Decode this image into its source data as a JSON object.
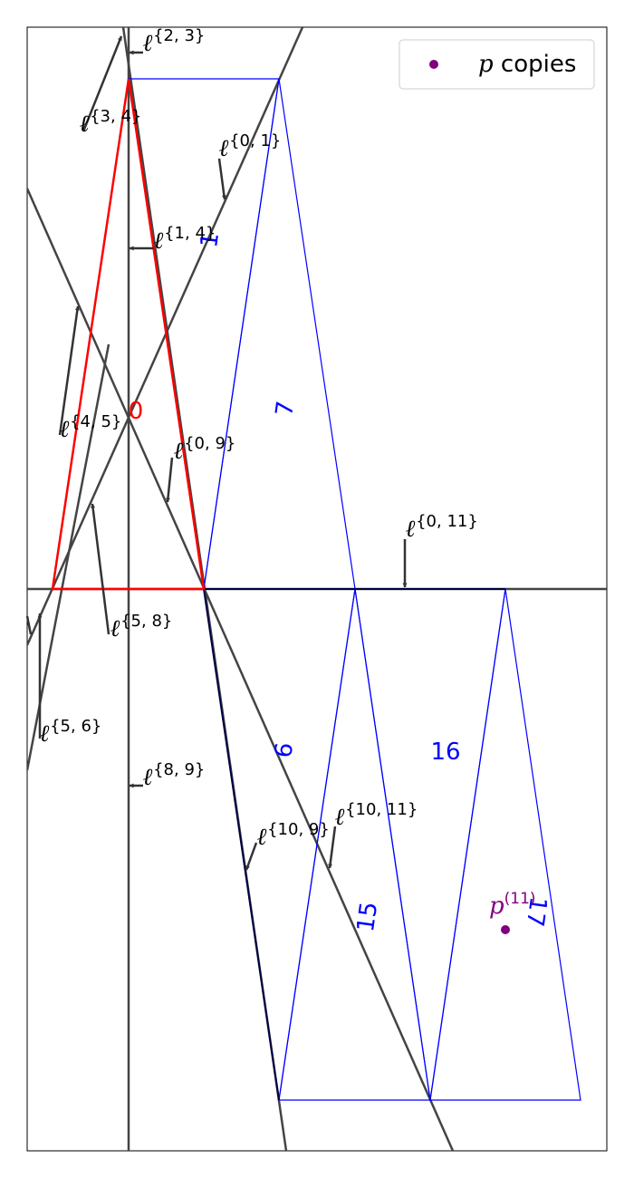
{
  "legend": {
    "marker_color": "#800080",
    "label_var": "p",
    "label_text": " copies"
  },
  "point_label": {
    "var": "p",
    "sup": "(11)"
  },
  "triangle_labels": [
    {
      "text": "0",
      "color": "#ff0000"
    },
    {
      "text": "1",
      "color": "#0000ff"
    },
    {
      "text": "7",
      "color": "#0000ff"
    },
    {
      "text": "6",
      "color": "#0000ff"
    },
    {
      "text": "16",
      "color": "#0000ff"
    },
    {
      "text": "15",
      "color": "#0000ff"
    },
    {
      "text": "17",
      "color": "#0000ff"
    }
  ],
  "line_labels": [
    {
      "main": "ℓ",
      "sup": "{2, 3}"
    },
    {
      "main": "ℓ",
      "sup": "{3, 4}"
    },
    {
      "main": "ℓ",
      "sup": "{0, 1}"
    },
    {
      "main": "ℓ",
      "sup": "{1, 4}"
    },
    {
      "main": "ℓ",
      "sup": "{4, 5}"
    },
    {
      "main": "ℓ",
      "sup": "{0, 9}"
    },
    {
      "main": "ℓ",
      "sup": "{0, 11}"
    },
    {
      "main": "ℓ",
      "sup": "{5, 8}"
    },
    {
      "main": "ℓ",
      "sup": "{5, 6}"
    },
    {
      "main": "ℓ",
      "sup": "{8, 9}"
    },
    {
      "main": "ℓ",
      "sup": "{10, 9}"
    },
    {
      "main": "ℓ",
      "sup": "{10, 11}"
    }
  ],
  "colors": {
    "red": "#ff0000",
    "blue": "#0000ff",
    "dark": "#000044",
    "gray": "#444444",
    "purple": "#800080"
  }
}
